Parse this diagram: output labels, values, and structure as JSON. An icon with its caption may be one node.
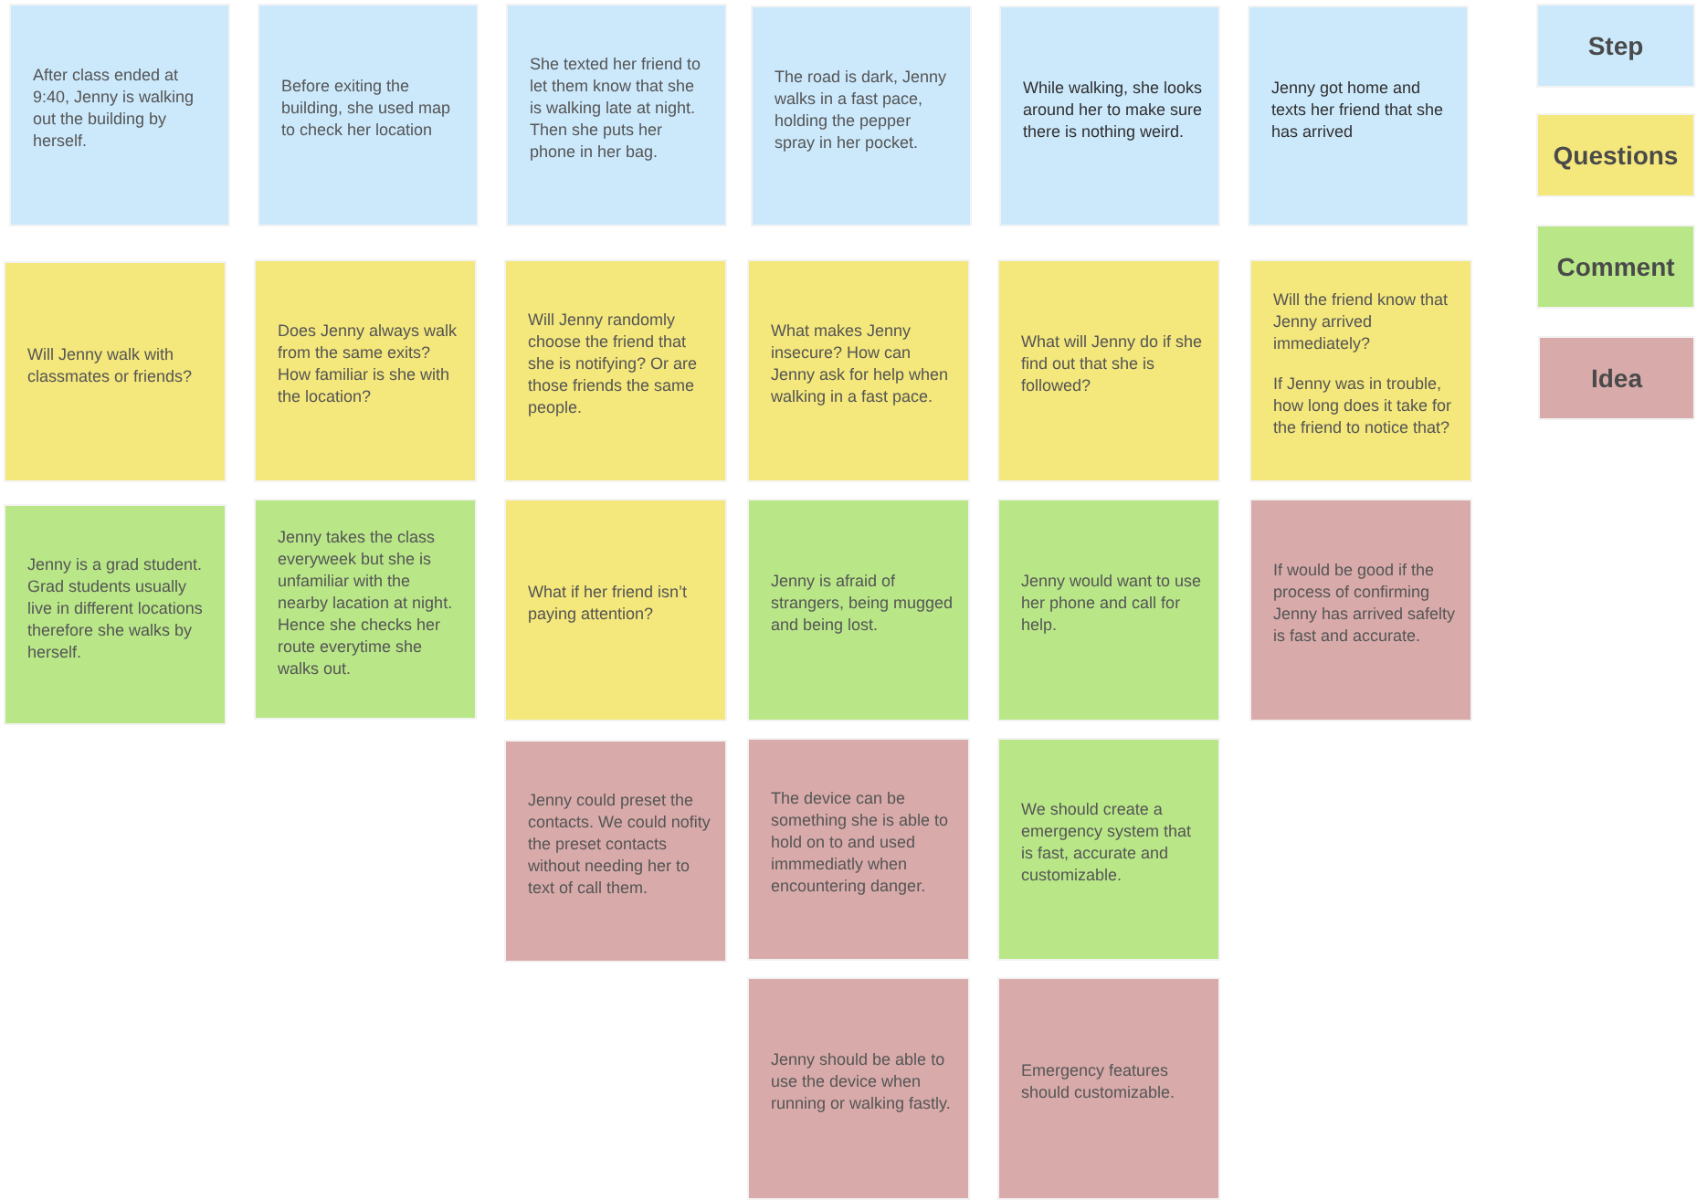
{
  "diagram": {
    "nodes": [
      {
        "text": [
          "After class ended at 9:40, Jenny is walking out the building by herself."
        ]
      },
      {
        "text": [
          "Before exiting the building, she used map to check her location"
        ]
      },
      {
        "text": [
          "She texted her friend to let them know that she is walking late at night. Then she puts her phone in her bag."
        ]
      },
      {
        "text": [
          "The road is dark, Jenny walks in a fast pace, holding the pepper spray in her pocket."
        ]
      },
      {
        "text": [
          "While walking, she looks around her to make sure there is nothing weird."
        ]
      },
      {
        "text": [
          "Jenny got home and texts her friend that she has arrived"
        ]
      },
      {
        "text": [
          "Will Jenny walk with classmates or friends?"
        ]
      },
      {
        "text": [
          "Does Jenny always walk from the same exits? How familiar is she with the location?"
        ]
      },
      {
        "text": [
          "Will Jenny randomly choose the friend that she is notifying? Or are those friends the same people."
        ]
      },
      {
        "text": [
          "What makes Jenny insecure? How can Jenny ask for help when walking in a fast pace."
        ]
      },
      {
        "text": [
          "What will Jenny do if she find out that she is followed?"
        ]
      },
      {
        "text": [
          "Will the friend know that Jenny arrived immediately?",
          "If Jenny was in trouble, how long does it take for the friend to notice that?"
        ]
      },
      {
        "text": [
          "Jenny is a grad student. Grad students usually live in different locations therefore she walks by herself."
        ]
      },
      {
        "text": [
          "Jenny takes the class everyweek but she is unfamiliar with the nearby lacation at night. Hence she checks her route everytime she walks out."
        ]
      },
      {
        "text": [
          "What if her friend isn’t paying attention?"
        ]
      },
      {
        "text": [
          "Jenny is afraid of strangers, being mugged and being lost."
        ]
      },
      {
        "text": [
          "Jenny would want to use her phone and call for help."
        ]
      },
      {
        "text": [
          "If would be good if the process of confirming Jenny has arrived safelty is fast and accurate."
        ]
      },
      {
        "text": [
          "Jenny could preset the contacts. We could nofity the preset contacts without needing her to text of call them."
        ]
      },
      {
        "text": [
          "The device can be something she is able to hold on to and used immmediatly when encountering danger."
        ]
      },
      {
        "text": [
          "We should create a emergency system that is fast, accurate and customizable."
        ]
      },
      {
        "text": [
          "Jenny should be able to use the device when running or walking fastly."
        ]
      },
      {
        "text": [
          "Emergency features should customizable."
        ]
      }
    ],
    "legend": [
      {
        "text": "Step",
        "color": "#cce9fc"
      },
      {
        "text": "Questions",
        "color": "#f4e77b"
      },
      {
        "text": "Comment",
        "color": "#b9e788"
      },
      {
        "text": "Idea",
        "color": "#d8abaa"
      }
    ]
  }
}
